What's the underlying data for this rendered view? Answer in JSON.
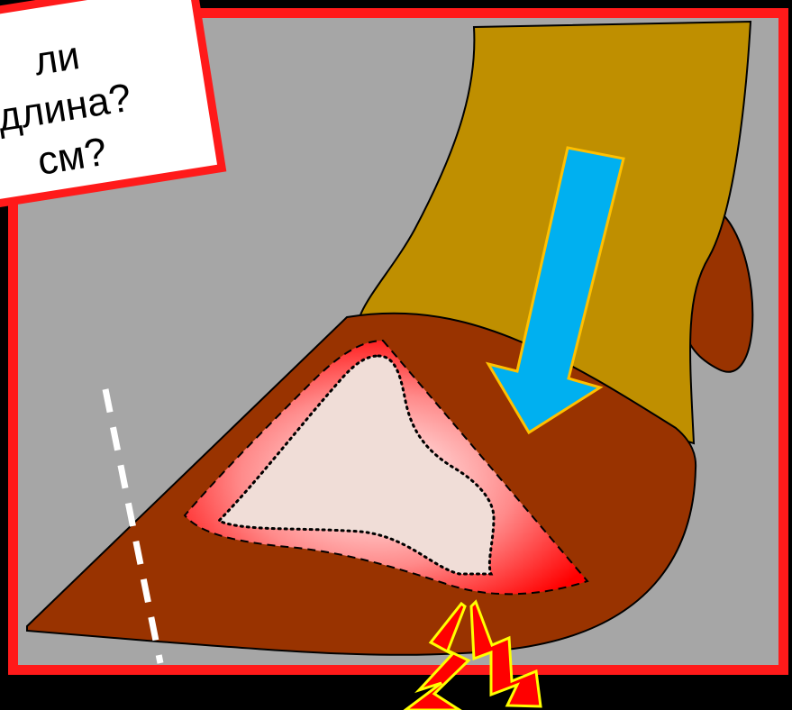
{
  "callout": {
    "line1": "ли",
    "line2": "длина?",
    "line3": "см?"
  },
  "colors": {
    "background": "#000000",
    "frame": "#ff1a1a",
    "panel": "#a6a6a6",
    "leg": "#bf8f00",
    "hoof": "#993300",
    "lesion_core": "#f0ddd7",
    "lesion_edge": "#ff0000",
    "arrow": "#00b0f0",
    "arrow_outline": "#ffc000",
    "lightning": "#ff0000",
    "lightning_outline": "#ffff00",
    "measure_line": "#ffffff"
  },
  "icons": {
    "pressure_arrow": "down-arrow-icon",
    "pain_marks": "lightning-bolt-icon"
  }
}
